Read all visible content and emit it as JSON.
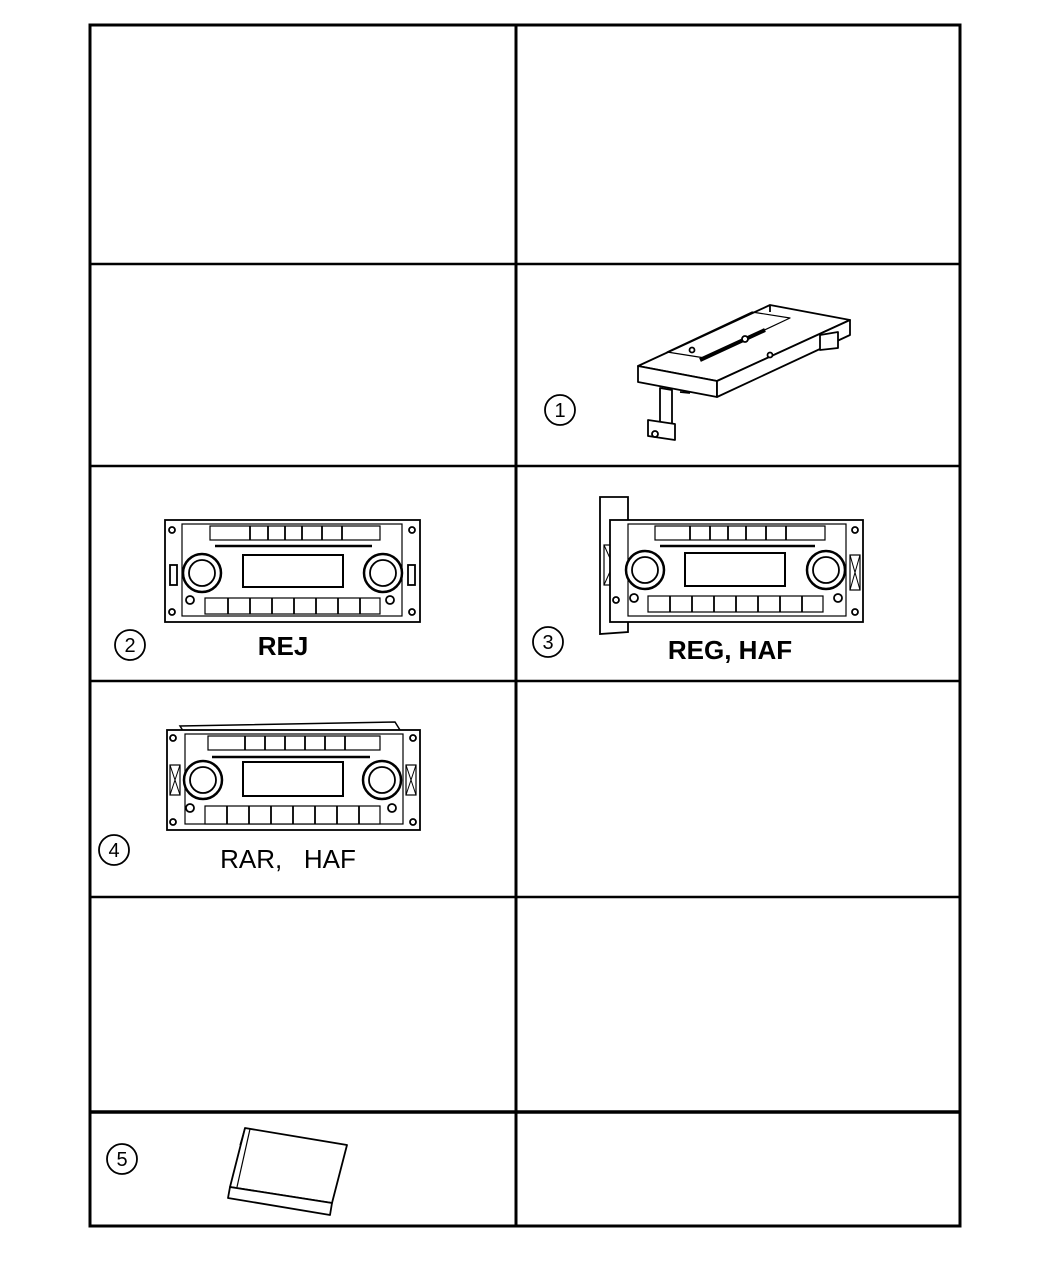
{
  "items": [
    {
      "number": "1",
      "codes": ""
    },
    {
      "number": "2",
      "codes": "REJ"
    },
    {
      "number": "3",
      "codes": "REG, HAF"
    },
    {
      "number": "4",
      "codes": "RAR,   HAF"
    },
    {
      "number": "5",
      "codes": ""
    }
  ]
}
